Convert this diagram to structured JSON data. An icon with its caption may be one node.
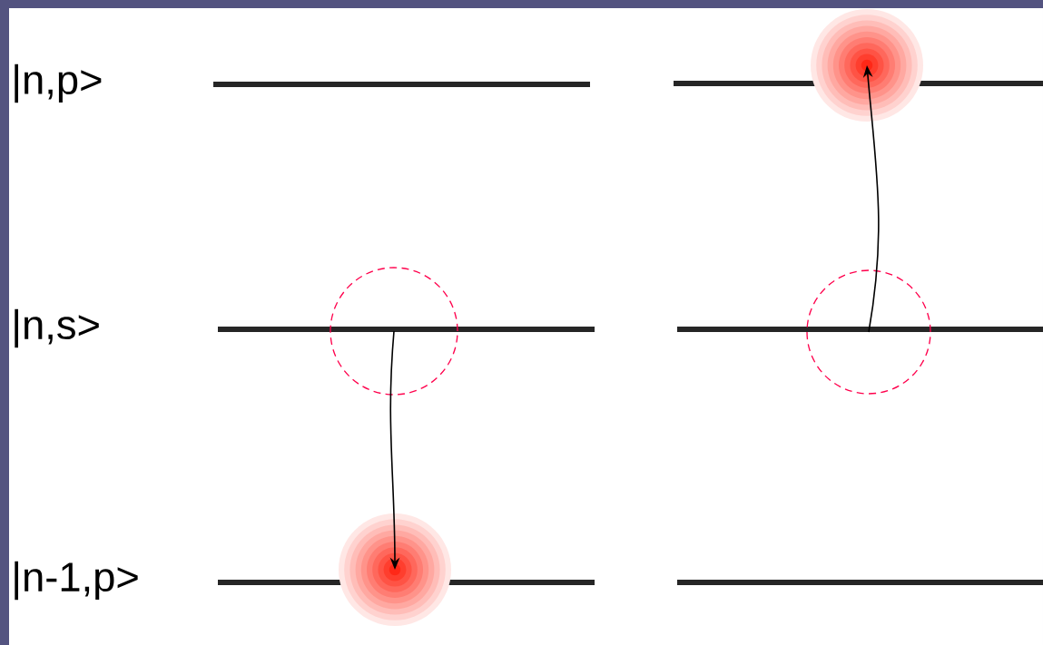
{
  "diagram": {
    "nodes": [
      {
        "text": [],
        "shape": "circle"
      },
      {
        "text": [],
        "shape": "circle"
      },
      {
        "text": [],
        "shape": "circle"
      },
      {
        "text": [],
        "shape": "circle"
      }
    ],
    "edges": [
      {
        "from": 1,
        "to": 3,
        "arrow": "to"
      },
      {
        "from": 2,
        "to": 0,
        "arrow": "to"
      }
    ],
    "labels": [
      "|n,p>",
      "|n,s>",
      "|n-1,p>"
    ]
  }
}
